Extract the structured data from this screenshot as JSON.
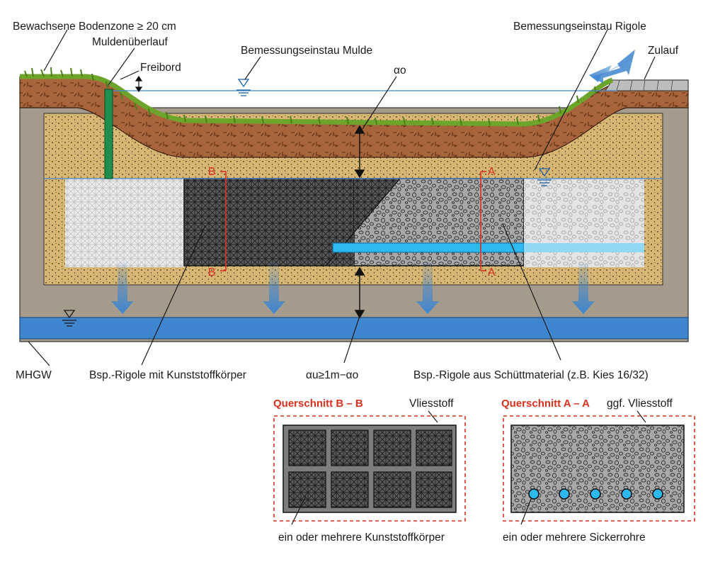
{
  "labels": {
    "bodenzone": "Bewachsene Bodenzone ≥ 20 cm",
    "muldenueberlauf": "Muldenüberlauf",
    "freibord": "Freibord",
    "einstau_mulde": "Bemessungseinstau Mulde",
    "einstau_rigole": "Bemessungseinstau Rigole",
    "zulauf": "Zulauf",
    "a_o": "αo",
    "mhgw": "MHGW",
    "rigole_kunststoff": "Bsp.-Rigole mit Kunststoffkörper",
    "a_u": "αu≥1m−αo",
    "rigole_schuett": "Bsp.-Rigole aus Schüttmaterial (z.B. Kies 16/32)",
    "section_B_mark": "B",
    "section_A_mark": "A"
  },
  "section_bb": {
    "title": "Querschnitt B – B",
    "vlies": "Vliesstoff",
    "caption": "ein oder mehrere Kunststoffkörper"
  },
  "section_aa": {
    "title": "Querschnitt A – A",
    "vlies": "ggf. Vliesstoff",
    "caption": "ein oder mehrere Sickerrohre"
  },
  "colors": {
    "topsoil": "#a8643a",
    "sand": "#d8b774",
    "ground": "#a59b8c",
    "groundwater": "#3f86cf",
    "pipe": "#2bb9ee",
    "grass": "#6da42c",
    "section_red": "#d9301f"
  }
}
